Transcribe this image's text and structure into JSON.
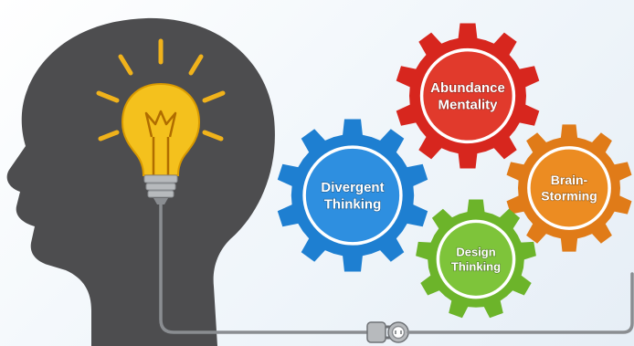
{
  "diagram": {
    "colors": {
      "head": "#4d4d4f",
      "bulb": "#f4c11d",
      "bulb_outline": "#d99a00",
      "rays": "#f0b21b",
      "wire": "#8a8d91",
      "socket": "#b7babd"
    },
    "gears": [
      {
        "id": "abundance-mentality",
        "label_lines": [
          "Abundance",
          "Mentality"
        ],
        "color": "#d7261e",
        "inner": "#e13a2c"
      },
      {
        "id": "divergent-thinking",
        "label_lines": [
          "Divergent",
          "Thinking"
        ],
        "color": "#1e7fd1",
        "inner": "#2e8fe0"
      },
      {
        "id": "brainstorming",
        "label_lines": [
          "Brain-",
          "Storming"
        ],
        "color": "#e07b18",
        "inner": "#ec8c22"
      },
      {
        "id": "design-thinking",
        "label_lines": [
          "Design",
          "Thinking"
        ],
        "color": "#6cb42a",
        "inner": "#7ec43a"
      }
    ],
    "icons": [
      "head-silhouette-icon",
      "light-bulb-icon",
      "gear-icon",
      "plug-icon",
      "power-socket-icon"
    ]
  }
}
